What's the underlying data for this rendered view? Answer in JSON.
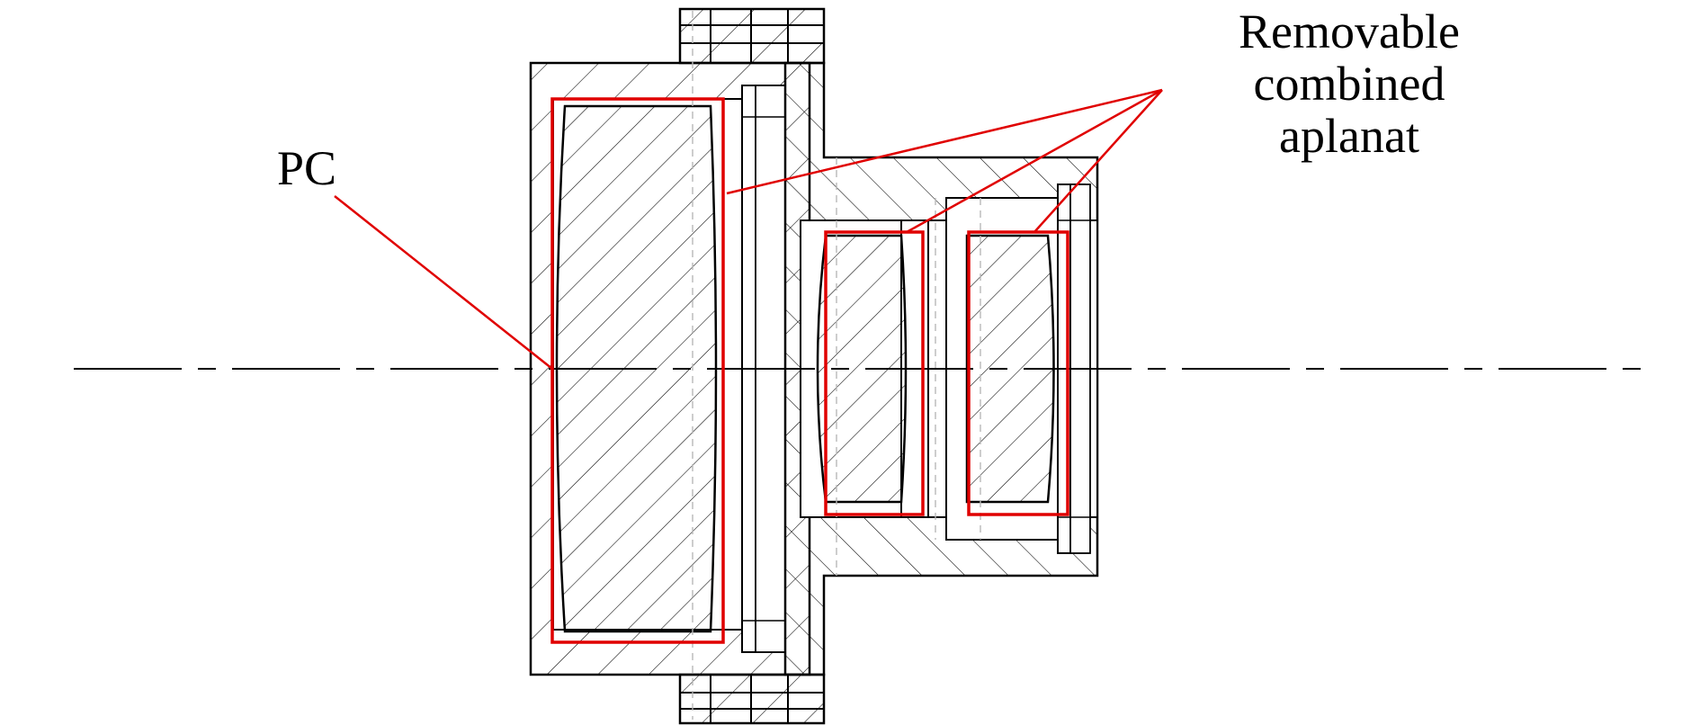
{
  "labels": {
    "pc": "PC",
    "aplanat_line1": "Removable",
    "aplanat_line2": "combined",
    "aplanat_line3": "aplanat"
  },
  "colors": {
    "outline": "#000000",
    "highlight": "#e00000",
    "hidden_line": "#b8b8b8",
    "background": "#ffffff"
  }
}
